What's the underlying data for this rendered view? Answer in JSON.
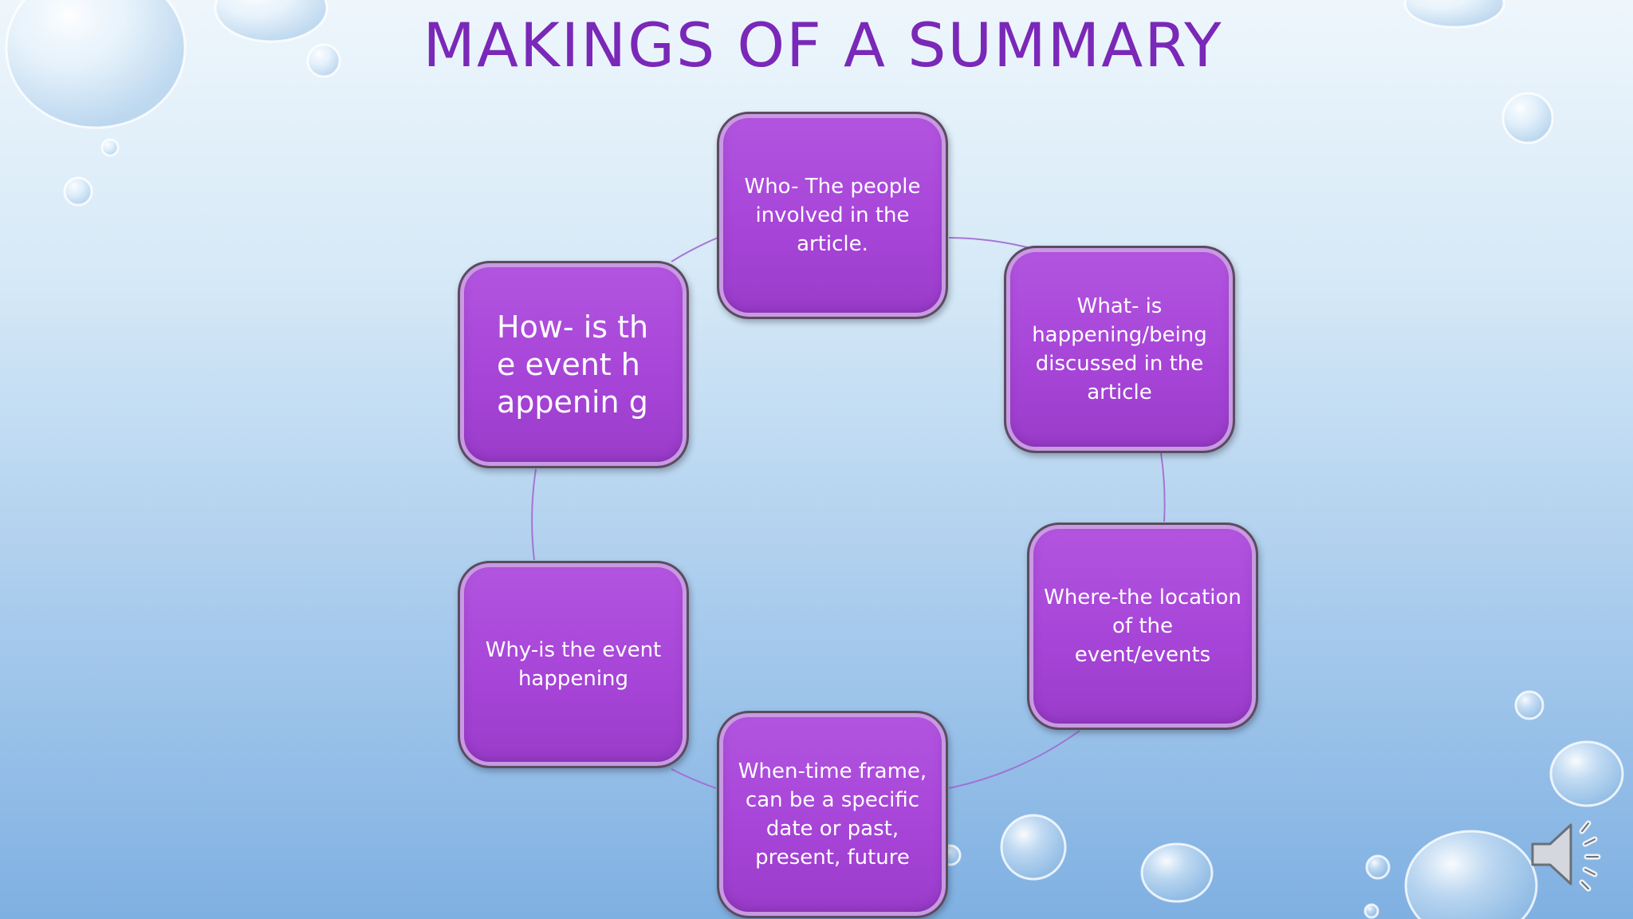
{
  "slide": {
    "title": "MAKINGS OF A SUMMARY"
  },
  "diagram": {
    "type": "cycle",
    "nodes": [
      {
        "id": "who",
        "label": "Who- The people involved in the article."
      },
      {
        "id": "what",
        "label": "What- is happening/being discussed in the article"
      },
      {
        "id": "where",
        "label": "Where-the location of the event/events"
      },
      {
        "id": "when",
        "label": "When-time frame, can be a specific date or past, present, future"
      },
      {
        "id": "why",
        "label": "Why-is the event happening"
      },
      {
        "id": "how",
        "label": "How- is the event happenin g"
      }
    ]
  },
  "controls": {
    "audio_icon": "speaker-icon"
  },
  "colors": {
    "title": "#7a28b8",
    "node_fill": "#a745d8",
    "connector": "#a26ad0"
  }
}
